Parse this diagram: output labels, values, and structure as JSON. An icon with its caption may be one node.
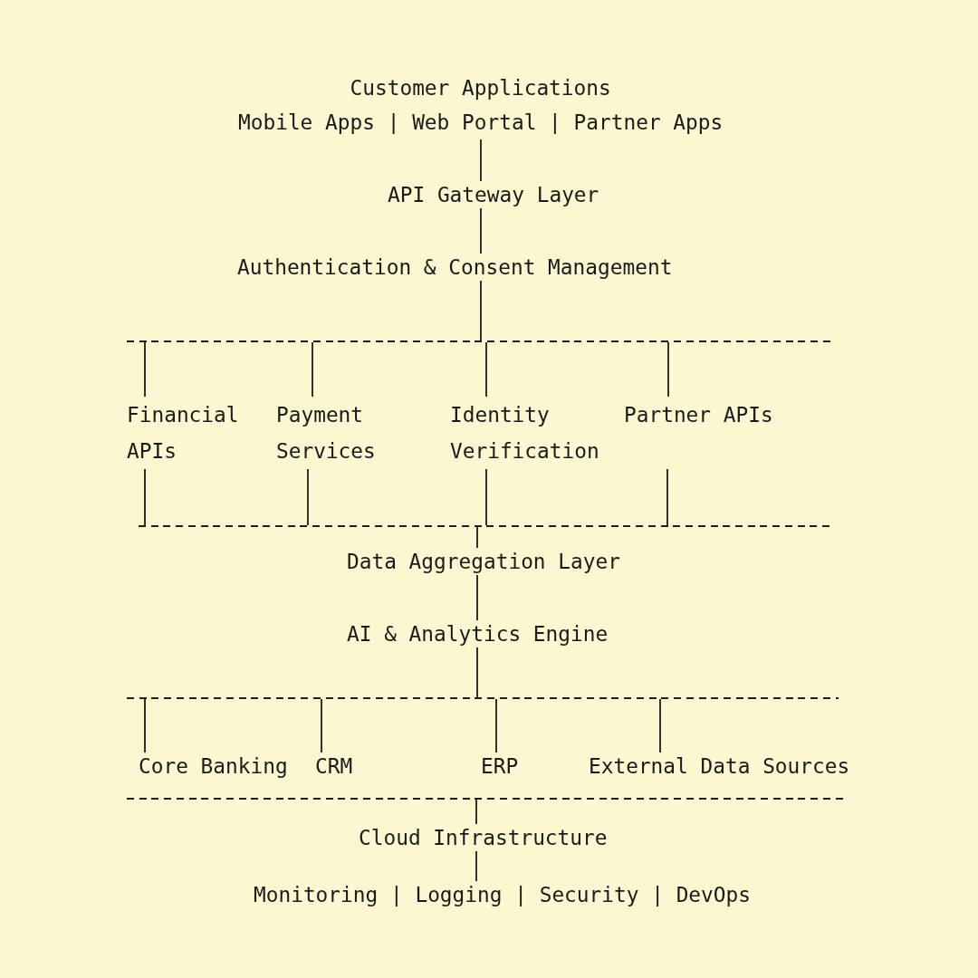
{
  "diagram": {
    "nodes": [
      {
        "text": [
          "Customer Applications",
          "Mobile Apps | Web Portal | Partner Apps"
        ]
      },
      {
        "text": [
          "API Gateway Layer"
        ]
      },
      {
        "text": [
          "Authentication & Consent Management"
        ]
      },
      {
        "text": [],
        "shape": "bar"
      },
      {
        "text": [
          "Financial APIs"
        ]
      },
      {
        "text": [
          "Payment Services"
        ]
      },
      {
        "text": [
          "Identity Verification"
        ]
      },
      {
        "text": [
          "Partner APIs"
        ]
      },
      {
        "text": [],
        "shape": "bar"
      },
      {
        "text": [
          "Data Aggregation Layer"
        ]
      },
      {
        "text": [
          "AI & Analytics Engine"
        ]
      },
      {
        "text": [],
        "shape": "bar"
      },
      {
        "text": [
          "Core Banking"
        ]
      },
      {
        "text": [
          "CRM"
        ]
      },
      {
        "text": [
          "ERP"
        ]
      },
      {
        "text": [
          "External Data Sources"
        ]
      },
      {
        "text": [],
        "shape": "bar"
      },
      {
        "text": [
          "Cloud Infrastructure"
        ]
      },
      {
        "text": [
          "Monitoring | Logging | Security | DevOps"
        ]
      }
    ],
    "edges": [
      {
        "from": 0,
        "to": 1,
        "arrow": "none"
      },
      {
        "from": 1,
        "to": 2,
        "arrow": "none"
      },
      {
        "from": 2,
        "to": 3,
        "arrow": "none"
      },
      {
        "from": 3,
        "to": 4,
        "arrow": "none"
      },
      {
        "from": 3,
        "to": 5,
        "arrow": "none"
      },
      {
        "from": 3,
        "to": 6,
        "arrow": "none"
      },
      {
        "from": 3,
        "to": 7,
        "arrow": "none"
      },
      {
        "from": 4,
        "to": 8,
        "arrow": "none"
      },
      {
        "from": 5,
        "to": 8,
        "arrow": "none"
      },
      {
        "from": 6,
        "to": 8,
        "arrow": "none"
      },
      {
        "from": 7,
        "to": 8,
        "arrow": "none"
      },
      {
        "from": 8,
        "to": 9,
        "arrow": "none"
      },
      {
        "from": 9,
        "to": 10,
        "arrow": "none"
      },
      {
        "from": 10,
        "to": 11,
        "arrow": "none"
      },
      {
        "from": 11,
        "to": 12,
        "arrow": "none"
      },
      {
        "from": 11,
        "to": 13,
        "arrow": "none"
      },
      {
        "from": 11,
        "to": 14,
        "arrow": "none"
      },
      {
        "from": 11,
        "to": 15,
        "arrow": "none"
      },
      {
        "from": 16,
        "to": 17,
        "arrow": "none"
      },
      {
        "from": 17,
        "to": 18,
        "arrow": "none"
      }
    ]
  }
}
